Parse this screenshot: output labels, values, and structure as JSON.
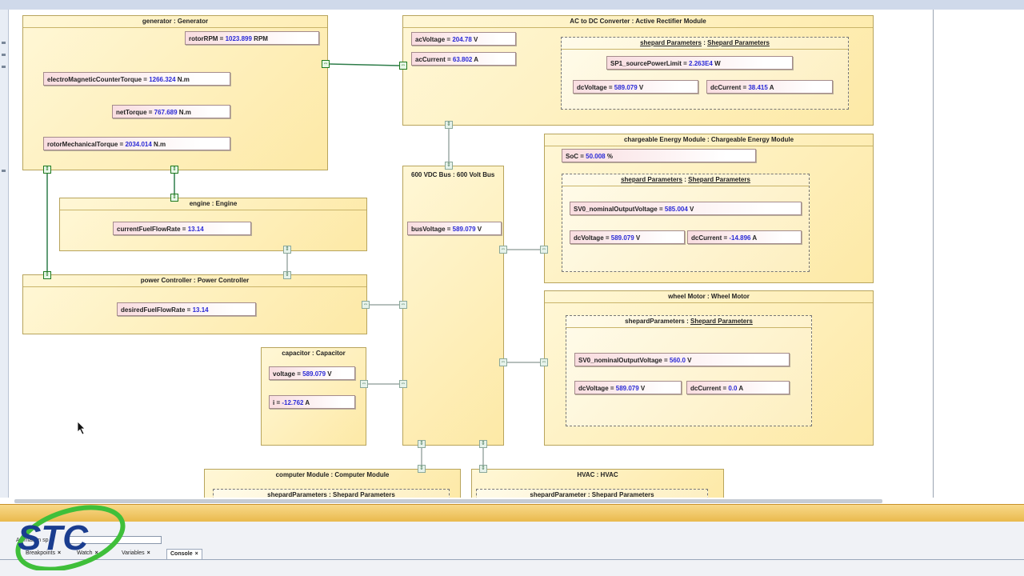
{
  "generator": {
    "title": "generator : Generator",
    "rotorRPM": {
      "label": "rotorRPM = ",
      "value": "1023.899",
      "unit": " RPM"
    },
    "emTorque": {
      "label": "electroMagneticCounterTorque = ",
      "value": "1266.324",
      "unit": " N.m"
    },
    "netTorque": {
      "label": "netTorque = ",
      "value": "767.689",
      "unit": " N.m"
    },
    "mechTorque": {
      "label": "rotorMechanicalTorque = ",
      "value": "2034.014",
      "unit": " N.m"
    }
  },
  "converter": {
    "title": "AC to DC Converter : Active Rectifier Module",
    "acVoltage": {
      "label": "acVoltage = ",
      "value": "204.78",
      "unit": " V"
    },
    "acCurrent": {
      "label": "acCurrent = ",
      "value": "63.802",
      "unit": " A"
    },
    "params": {
      "name": "shepard Parameters",
      "type": "Shepard Parameters",
      "sp1": {
        "label": "SP1_sourcePowerLimit = ",
        "value": "2.263E4",
        "unit": " W"
      },
      "dcVoltage": {
        "label": "dcVoltage = ",
        "value": "589.079",
        "unit": " V"
      },
      "dcCurrent": {
        "label": "dcCurrent = ",
        "value": "38.415",
        "unit": " A"
      }
    }
  },
  "engine": {
    "title": "engine : Engine",
    "fuelFlow": {
      "label": "currentFuelFlowRate = ",
      "value": "13.14",
      "unit": ""
    }
  },
  "powerController": {
    "title": "power Controller : Power Controller",
    "desired": {
      "label": "desiredFuelFlowRate = ",
      "value": "13.14",
      "unit": ""
    }
  },
  "bus": {
    "title": "600 VDC Bus : 600 Volt Bus",
    "busVoltage": {
      "label": "busVoltage = ",
      "value": "589.079",
      "unit": " V"
    }
  },
  "chargeable": {
    "title": "chargeable Energy Module : Chargeable Energy Module",
    "soc": {
      "label": "SoC = ",
      "value": "50.008",
      "unit": " %"
    },
    "params": {
      "name": "shepard Parameters",
      "type": "Shepard Parameters",
      "sv0": {
        "label": "SV0_nominalOutputVoltage = ",
        "value": "585.004",
        "unit": " V"
      },
      "dcVoltage": {
        "label": "dcVoltage = ",
        "value": "589.079",
        "unit": " V"
      },
      "dcCurrent": {
        "label": "dcCurrent = ",
        "value": "-14.896",
        "unit": " A"
      }
    }
  },
  "wheel": {
    "title": "wheel Motor : Wheel Motor",
    "params": {
      "name": "shepardParameters",
      "type": "Shepard Parameters",
      "sv0": {
        "label": "SV0_nominalOutputVoltage = ",
        "value": "560.0",
        "unit": " V"
      },
      "dcVoltage": {
        "label": "dcVoltage = ",
        "value": "589.079",
        "unit": " V"
      },
      "dcCurrent": {
        "label": "dcCurrent = ",
        "value": "0.0",
        "unit": " A"
      }
    }
  },
  "capacitor": {
    "title": "capacitor : Capacitor",
    "voltage": {
      "label": "voltage = ",
      "value": "589.079",
      "unit": " V"
    },
    "current": {
      "label": "i = ",
      "value": "-12.762",
      "unit": " A"
    }
  },
  "computer": {
    "title": "computer Module : Computer Module",
    "params": {
      "name": "shepardParameters",
      "type": "Shepard Parameters"
    }
  },
  "hvac": {
    "title": "HVAC : HVAC",
    "params": {
      "name": "shepardParameter",
      "type": "Shepard Parameters"
    }
  },
  "bottom": {
    "animation_label": "Animation sp",
    "tabs": [
      "Breakpoints",
      "Watch",
      "Variables",
      "Console"
    ],
    "close_glyph": "×"
  },
  "logo": {
    "text": "STC"
  },
  "colors": {
    "value_blue": "#2a2ad6",
    "block_fill": "#fde9a6",
    "port_green": "#1f7a1f",
    "orange_bar": "#e9b84a"
  }
}
